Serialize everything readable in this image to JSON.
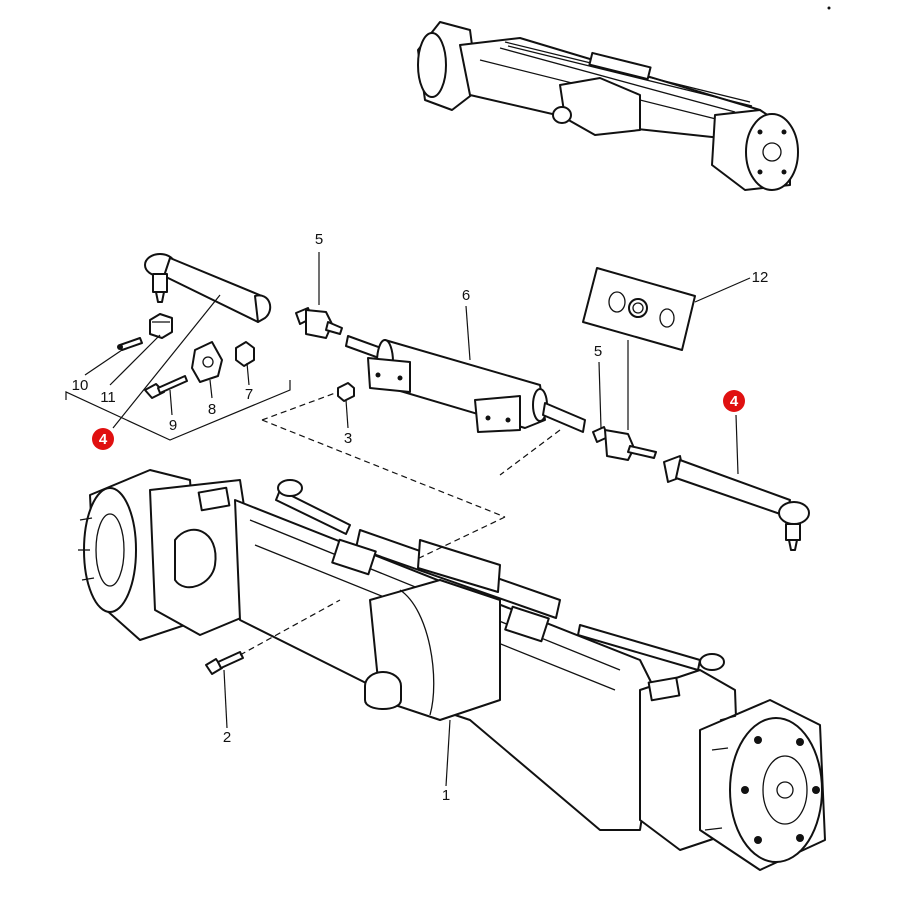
{
  "callouts": {
    "c1": "1",
    "c2": "2",
    "c3": "3",
    "c4_left": "4",
    "c4_right": "4",
    "c5_left": "5",
    "c5_right": "5",
    "c6": "6",
    "c7": "7",
    "c8": "8",
    "c9": "9",
    "c10": "10",
    "c11": "11",
    "c12": "12"
  },
  "colors": {
    "highlight_badge": "#e01010",
    "line": "#111111",
    "background": "#ffffff"
  }
}
